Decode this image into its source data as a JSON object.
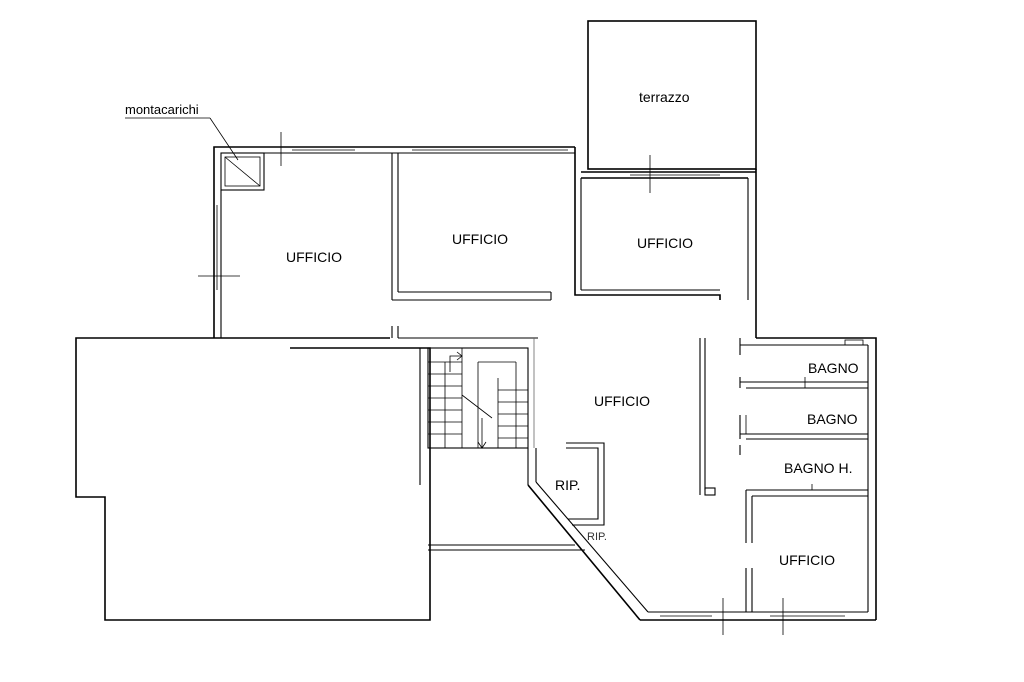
{
  "labels": {
    "montacarichi": "montacarichi",
    "terrazzo": "terrazzo",
    "ufficio_1": "UFFICIO",
    "ufficio_2": "UFFICIO",
    "ufficio_3": "UFFICIO",
    "ufficio_4": "UFFICIO",
    "ufficio_5": "UFFICIO",
    "bagno_1": "BAGNO",
    "bagno_2": "BAGNO",
    "bagno_h": "BAGNO  H.",
    "rip_1": "RIP.",
    "rip_2": "RIP."
  }
}
